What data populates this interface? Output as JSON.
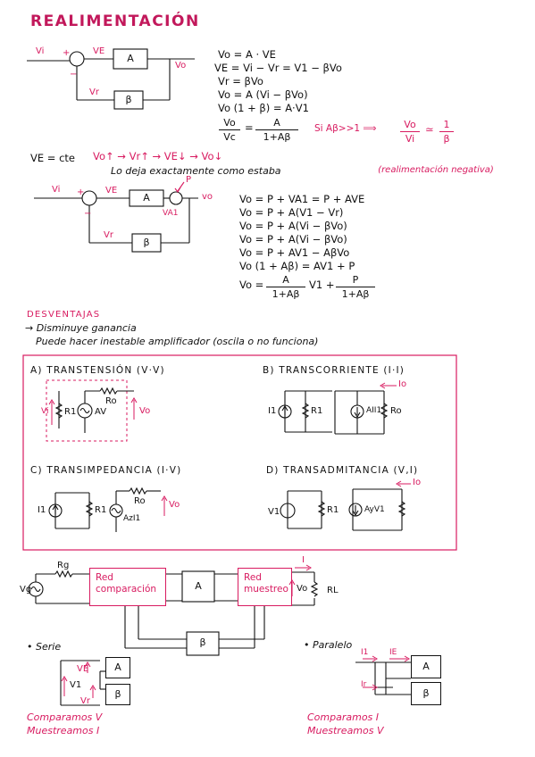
{
  "title": "REALIMENTACIÓN",
  "feedback": {
    "sig_vi": "Vi",
    "sig_ve": "VE",
    "sig_vr": "Vr",
    "sig_vo": "Vo",
    "block_a": "A",
    "block_b": "β",
    "plus": "+",
    "minus": "−",
    "equations": [
      "Vo = A · VE",
      "VE = Vi − Vr = V1 − βVo",
      "Vr = βVo",
      "Vo = A (Vi − βVo)",
      "Vo (1 + β) = A·V1"
    ],
    "gain_lhs_num": "Vo",
    "gain_lhs_den": "Vc",
    "gain_rhs_num": "A",
    "gain_rhs_den": "1+Aβ",
    "condition": "Si Aβ>>1 ⟹",
    "approx_lhs_num": "Vo",
    "approx_lhs_den": "Vi",
    "approx_sym": "≃",
    "approx_rhs_num": "1",
    "approx_rhs_den": "β"
  },
  "stability": {
    "ve_cte": "VE = cte",
    "chain": "Vo↑ → Vr↑ → VE↓ → Vo↓",
    "stays": "Lo deja exactamente como estaba",
    "note": "(realimentación negativa)"
  },
  "perturb": {
    "sig_p": "P",
    "sig_va1": "VA1",
    "sig_vo": "vo",
    "equations": [
      "Vo = P + VA1 = P + AVE",
      "Vo = P + A(V1 − Vr)",
      "Vo = P + A(Vi − βVo)",
      "Vo = P + A(Vi − βVo)",
      "Vo = P + AV1 − AβVo",
      "Vo (1 + Aβ) = AV1 + P"
    ],
    "final_lhs": "Vo =",
    "final_a_num": "A",
    "final_a_den": "1+Aβ",
    "final_v1": "V1 +",
    "final_p_num": "P",
    "final_p_den": "1+Aβ"
  },
  "drawbacks": {
    "heading": "DESVENTAJAS",
    "items": [
      "→ Disminuye ganancia",
      "Puede hacer inestable amplificador (oscila o no funciona)"
    ]
  },
  "amp_types": {
    "a_title": "A) TRANSTENSIÓN (V·V)",
    "b_title": "B) TRANSCORRIENTE (I·I)",
    "c_title": "C) TRANSIMPEDANCIA (I·V)",
    "d_title": "D) TRANSADMITANCIA (V,I)",
    "a_labels": [
      "Vi",
      "R1",
      "AV",
      "Ro",
      "Vo"
    ],
    "b_labels": [
      "I1",
      "R1",
      "AII1",
      "Ro",
      "Io"
    ],
    "c_labels": [
      "I1",
      "R1",
      "AzI1",
      "Ro",
      "Vo"
    ],
    "d_labels": [
      "V1",
      "R1",
      "AyV1",
      "Io"
    ]
  },
  "topology": {
    "rg": "Rg",
    "vg": "Vg",
    "red_comparacion": "Red comparación",
    "block_a": "A",
    "red_muestreo": "Red muestreo",
    "current": "I",
    "vo": "Vo",
    "rl": "RL",
    "block_b": "β"
  },
  "serie": {
    "title": "• Serie",
    "ve": "VE",
    "v1": "V1",
    "vr": "Vr",
    "block_a": "A",
    "block_b": "β",
    "compare": "Comparamos V",
    "sample": "Muestreamos I"
  },
  "paralelo": {
    "title": "• Paralelo",
    "i1": "I1",
    "ie": "IE",
    "ir": "Ir",
    "block_a": "A",
    "block_b": "β",
    "compare": "Comparamos I",
    "sample": "Muestreamos V"
  }
}
